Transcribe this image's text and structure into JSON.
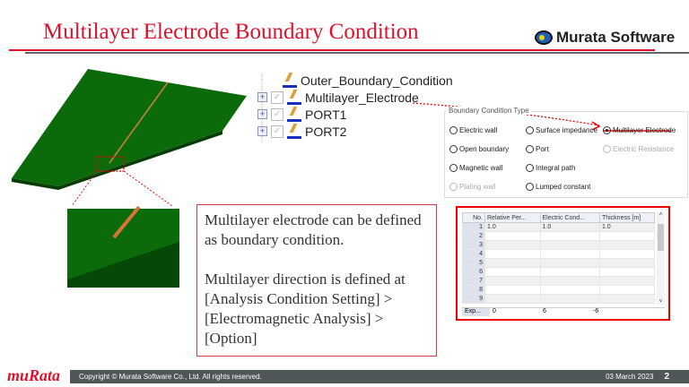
{
  "title": "Multilayer Electrode Boundary Condition",
  "logo_text": "Murata Software",
  "tree": {
    "items": [
      "Outer_Boundary_Condition",
      "Multilayer_Electrode",
      "PORT1",
      "PORT2"
    ]
  },
  "panel": {
    "legend": "Boundary Condition Type",
    "options": [
      {
        "label": "Electric wall"
      },
      {
        "label": "Surface impedance"
      },
      {
        "label": "Multilayer Electrode",
        "selected": true
      },
      {
        "label": "Open boundary"
      },
      {
        "label": "Port"
      },
      {
        "label": "Electric Resistance",
        "disabled": true
      },
      {
        "label": "Magnetic wall"
      },
      {
        "label": "Integral path"
      },
      {
        "label": "Plating wall",
        "disabled": true
      },
      {
        "label": "Lumped constant"
      }
    ]
  },
  "textbox": {
    "p1": "Multilayer electrode can be defined as boundary condition.",
    "p2": "Multilayer direction is defined at [Analysis Condition Setting] > [Electromagnetic Analysis] > [Option]"
  },
  "table": {
    "headers": [
      "No.",
      "Relative Per...",
      "Electric Cond...",
      "Thickness [m]"
    ],
    "rows": [
      [
        "1",
        "1.0",
        "1.0",
        "1.0"
      ],
      [
        "2",
        "",
        "",
        ""
      ],
      [
        "3",
        "",
        "",
        ""
      ],
      [
        "4",
        "",
        "",
        ""
      ],
      [
        "5",
        "",
        "",
        ""
      ],
      [
        "6",
        "",
        "",
        ""
      ],
      [
        "7",
        "",
        "",
        ""
      ],
      [
        "8",
        "",
        "",
        ""
      ],
      [
        "9",
        "",
        "",
        ""
      ]
    ],
    "exp": [
      "Exp...",
      "0",
      "6",
      "-6"
    ]
  },
  "footer": {
    "brand": "muRata",
    "copyright": "Copyright © Murata Software Co., Ltd. All rights reserved.",
    "date": "03 March 2023",
    "page": "2"
  },
  "colors": {
    "accent": "#e0102a",
    "board": "#0b6b0b",
    "footer": "#4e5658"
  }
}
